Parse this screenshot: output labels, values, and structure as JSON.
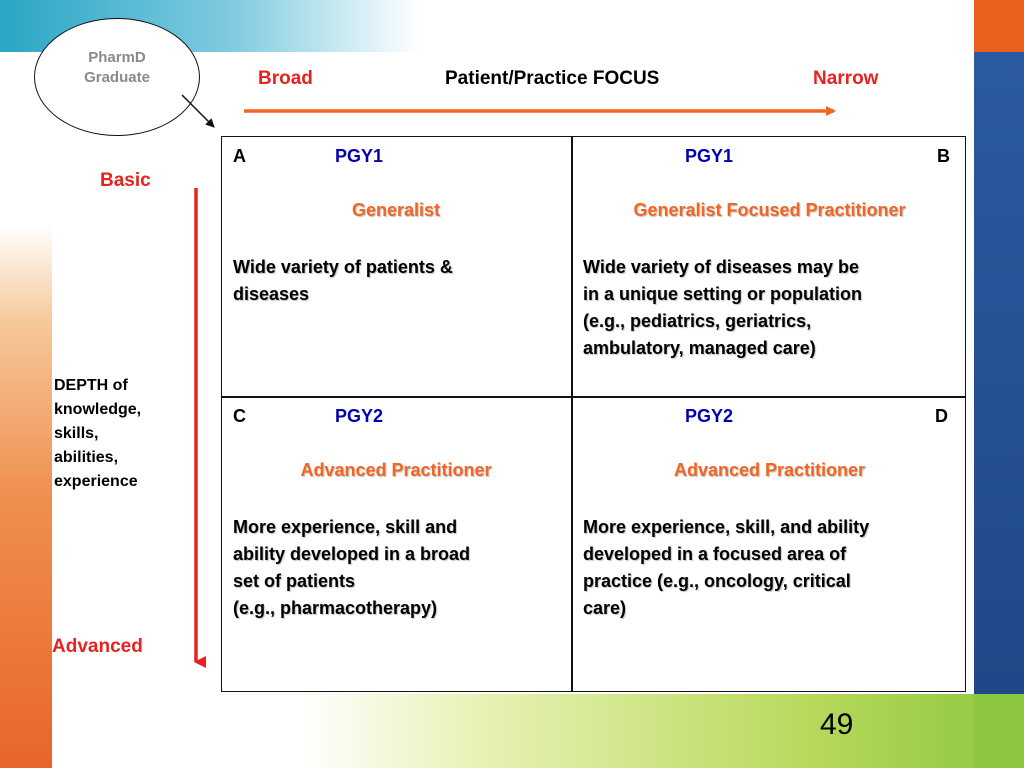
{
  "ellipse": {
    "line1": "PharmD",
    "line2": "Graduate"
  },
  "focus_axis": {
    "left": "Broad",
    "title": "Patient/Practice FOCUS",
    "right": "Narrow"
  },
  "depth_axis": {
    "top": "Basic",
    "label_lines": [
      "DEPTH of",
      "knowledge,",
      "skills,",
      "abilities,",
      "experience"
    ],
    "bottom": "Advanced"
  },
  "quadrants": {
    "a": {
      "letter": "A",
      "pgy": "PGY1",
      "subtitle": "Generalist",
      "lines": [
        "Wide variety of patients &",
        "diseases"
      ]
    },
    "b": {
      "letter": "B",
      "pgy": "PGY1",
      "subtitle": "Generalist Focused Practitioner",
      "lines": [
        "Wide variety of diseases may be",
        "in a unique setting or population",
        "(e.g., pediatrics, geriatrics,",
        "ambulatory, managed care)"
      ]
    },
    "c": {
      "letter": "C",
      "pgy": "PGY2",
      "subtitle": "Advanced Practitioner",
      "lines": [
        "More experience, skill and",
        "ability developed in a broad",
        "set of patients",
        "(e.g., pharmacotherapy)"
      ]
    },
    "d": {
      "letter": "D",
      "pgy": "PGY2",
      "subtitle": "Advanced Practitioner",
      "lines": [
        "More experience, skill, and ability",
        "developed in a focused area of",
        "practice (e.g., oncology, critical",
        "care)"
      ]
    }
  },
  "page_number": "49",
  "colors": {
    "accent_red": "#e8221e",
    "accent_orange": "#f26522",
    "pgy_blue": "#0000b0"
  }
}
